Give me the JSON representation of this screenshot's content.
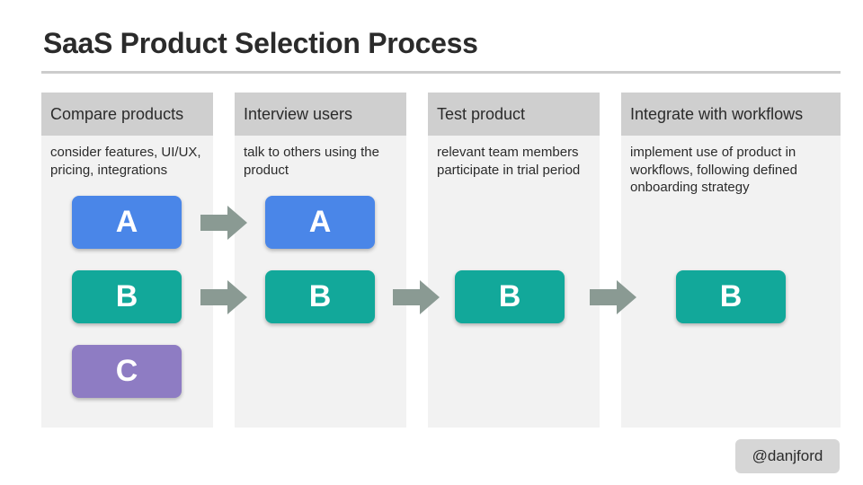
{
  "title": "SaaS Product Selection Process",
  "colors": {
    "a": "#4a86e8",
    "b": "#12a89a",
    "c": "#8e7cc3",
    "arrow": "#8a9a93",
    "column_bg": "#f2f2f2",
    "header_bg": "#cfcfcf"
  },
  "columns": [
    {
      "heading": "Compare products",
      "description": "consider features, UI/UX, pricing, integrations",
      "products": [
        "A",
        "B",
        "C"
      ]
    },
    {
      "heading": "Interview users",
      "description": "talk to others using the product",
      "products": [
        "A",
        "B"
      ]
    },
    {
      "heading": "Test product",
      "description": "relevant team members participate in trial period",
      "products": [
        "B"
      ]
    },
    {
      "heading": "Integrate with workflows",
      "description": "implement use of product in workflows, following defined onboarding strategy",
      "products": [
        "B"
      ]
    }
  ],
  "arrows": [
    {
      "from": "A",
      "to": "A",
      "icon": "right-arrow-icon"
    },
    {
      "from": "B",
      "to": "B",
      "icon": "right-arrow-icon"
    },
    {
      "from": "B",
      "to": "B",
      "icon": "right-arrow-icon"
    },
    {
      "from": "B",
      "to": "B",
      "icon": "right-arrow-icon"
    }
  ],
  "handle": "@danjford"
}
